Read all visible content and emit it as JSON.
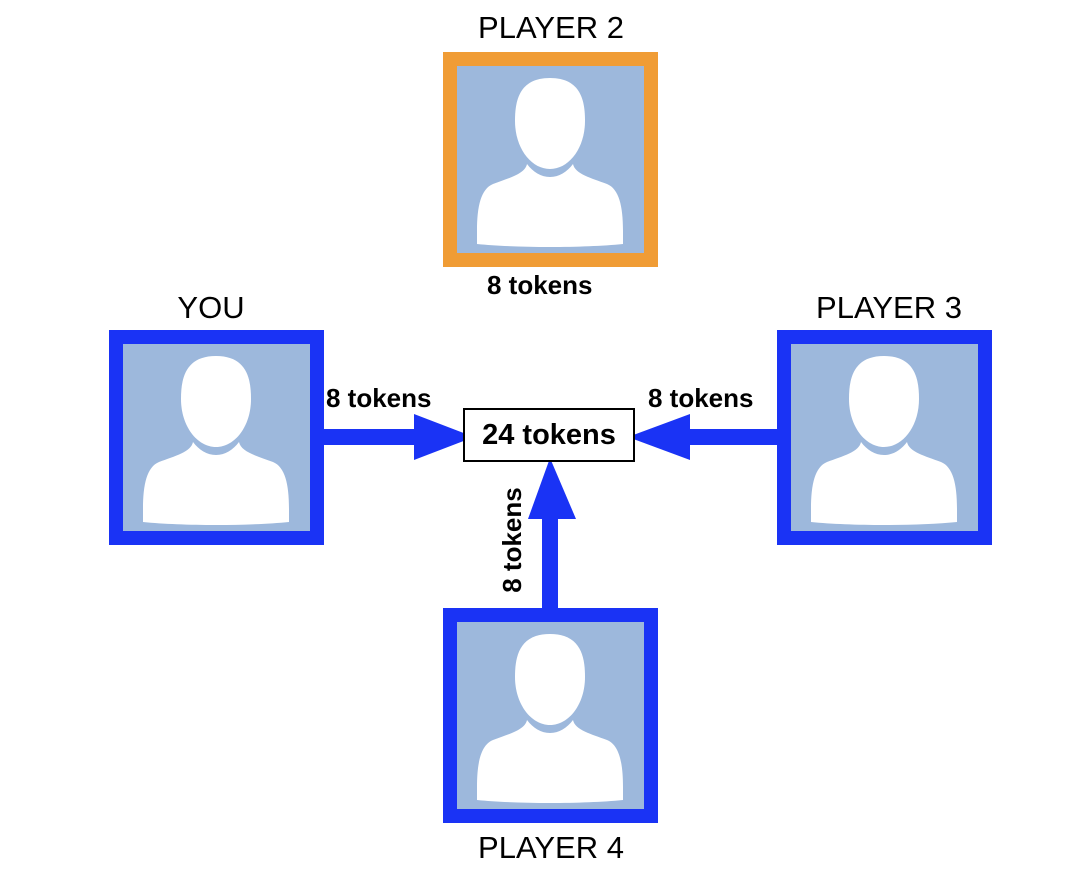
{
  "players": {
    "you": {
      "name": "YOU",
      "tokens": "8 tokens",
      "border_color": "#1a33f5"
    },
    "player2": {
      "name": "PLAYER 2",
      "tokens": "8 tokens",
      "border_color": "#f09c35"
    },
    "player3": {
      "name": "PLAYER 3",
      "tokens": "8 tokens",
      "border_color": "#1a33f5"
    },
    "player4": {
      "name": "PLAYER 4",
      "tokens": "8 tokens",
      "border_color": "#1a33f5"
    }
  },
  "pot": {
    "label": "24 tokens"
  },
  "colors": {
    "arrow": "#1a33f5",
    "avatar_bg": "#9db8dc",
    "avatar_figure": "#ffffff"
  },
  "icons": {
    "avatar": "user-silhouette-icon",
    "arrow": "arrow-icon"
  }
}
